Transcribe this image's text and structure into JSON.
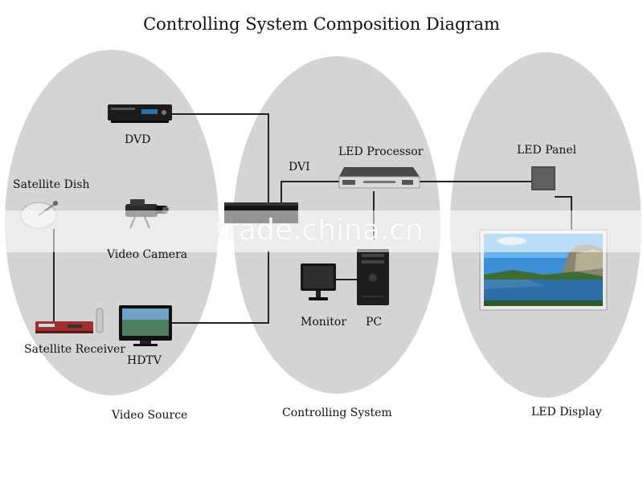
{
  "title": "Controlling System Composition Diagram",
  "watermark": "trade.china.cn",
  "groups": {
    "video_source": "Video Source",
    "controlling_system": "Controlling System",
    "led_display": "LED Display"
  },
  "devices": {
    "dvd": "DVD",
    "satellite_dish": "Satellite Dish",
    "video_camera": "Video Camera",
    "satellite_receiver": "Satellite Receiver",
    "hdtv": "HDTV",
    "dvi": "DVI",
    "led_processor": "LED Processor",
    "monitor": "Monitor",
    "pc": "PC",
    "led_panel": "LED Panel"
  },
  "colors": {
    "ellipse": "#d4d4d4",
    "line": "#222222",
    "screen_sky": "#3a8fd6"
  }
}
